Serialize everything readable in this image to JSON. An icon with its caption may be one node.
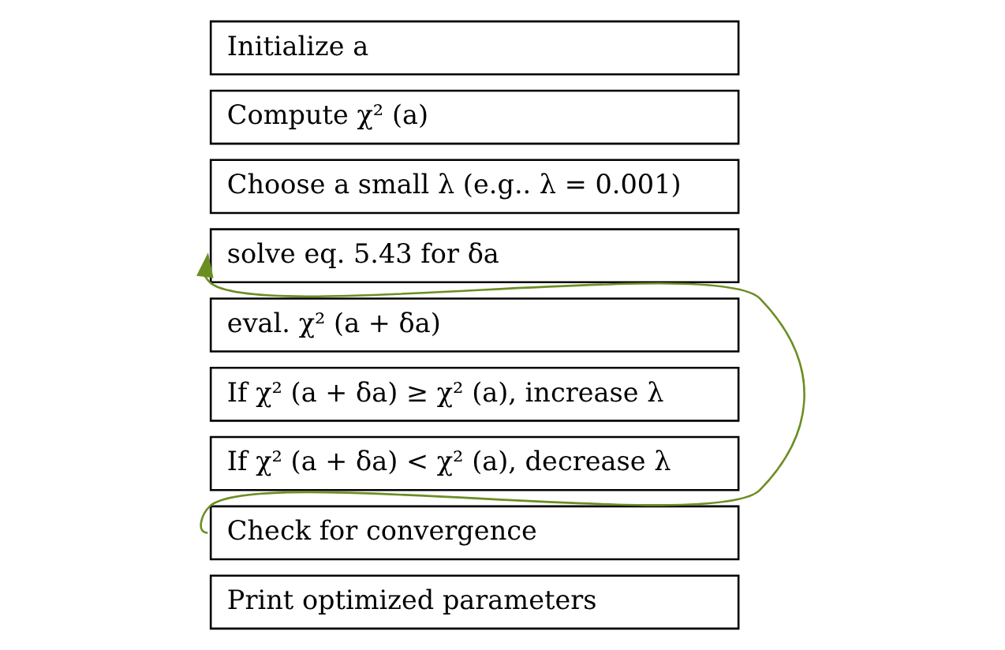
{
  "diagram": {
    "nodes": [
      {
        "text": [
          "Initialize a"
        ]
      },
      {
        "text": [
          "Compute χ² (a)"
        ]
      },
      {
        "text": [
          "Choose a small λ (e.g.. λ = 0.001)"
        ]
      },
      {
        "text": [
          "solve eq. 5.43 for δa"
        ]
      },
      {
        "text": [
          "eval. χ² (a + δa)"
        ]
      },
      {
        "text": [
          "If χ² (a + δa) ≥ χ² (a), increase λ"
        ]
      },
      {
        "text": [
          "If χ² (a + δa) < χ² (a), decrease λ"
        ]
      },
      {
        "text": [
          "Check for convergence"
        ]
      },
      {
        "text": [
          "Print optimized parameters"
        ]
      }
    ],
    "edges": [
      {
        "from": 7,
        "to": 3,
        "arrow": "to",
        "color": "#6b8e23"
      }
    ]
  }
}
